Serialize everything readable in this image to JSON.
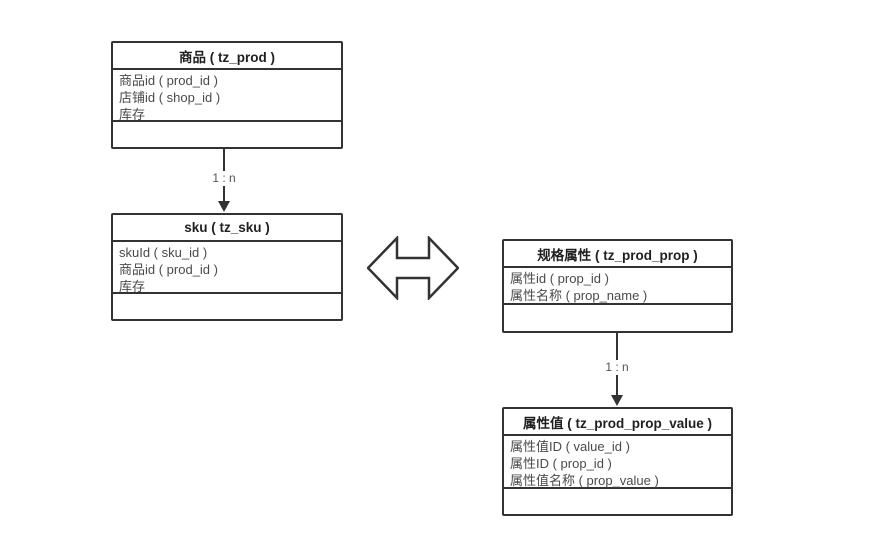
{
  "diagram": {
    "tables": [
      {
        "id": "prod",
        "title": "商品 ( tz_prod )",
        "fields": [
          "商品id ( prod_id )",
          "店铺id ( shop_id )",
          "库存"
        ]
      },
      {
        "id": "sku",
        "title": "sku ( tz_sku )",
        "fields": [
          "skuId ( sku_id )",
          "商品id ( prod_id )",
          "库存"
        ]
      },
      {
        "id": "prod_prop",
        "title": "规格属性 ( tz_prod_prop )",
        "fields": [
          "属性id ( prop_id )",
          "属性名称 ( prop_name )"
        ]
      },
      {
        "id": "prod_prop_value",
        "title": "属性值 ( tz_prod_prop_value )",
        "fields": [
          "属性值ID ( value_id )",
          "属性ID ( prop_id )",
          "属性值名称 ( prop_value )"
        ]
      }
    ],
    "relations": [
      {
        "from": "商品 ( tz_prod )",
        "to": "sku ( tz_sku )",
        "label": "1 : n"
      },
      {
        "from": "规格属性 ( tz_prod_prop )",
        "to": "属性值 ( tz_prod_prop_value )",
        "label": "1 : n"
      }
    ],
    "colors": {
      "border": "#333333",
      "header_text": "#1f1f1f",
      "field_text": "#4a4a4a",
      "label_text": "#555555",
      "background": "#ffffff"
    }
  }
}
